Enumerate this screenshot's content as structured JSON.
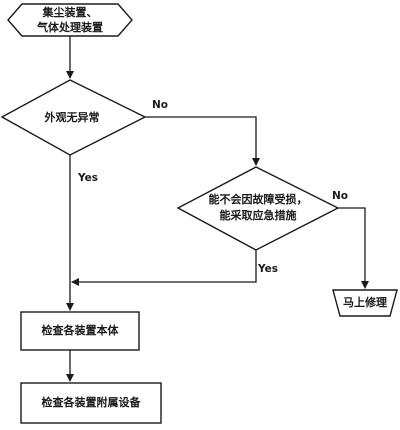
{
  "colors": {
    "line": "#1a1a1a",
    "background": "#ffffff"
  },
  "nodes": {
    "start": {
      "line1": "集尘装置、",
      "line2": "气体处理装置"
    },
    "appearance_check": {
      "label": "外观无异常"
    },
    "damage_question": {
      "line1": "能不会因故障受损，",
      "line2": "能采取应急措施"
    },
    "immediate_repair": {
      "label": "马上修理"
    },
    "inspect_body": {
      "label": "检查各装置本体"
    },
    "inspect_auxiliary": {
      "label": "检查各装置附属设备"
    }
  },
  "edges": {
    "appearance_no": "No",
    "appearance_yes": "Yes",
    "damage_no": "No",
    "damage_yes": "Yes"
  }
}
